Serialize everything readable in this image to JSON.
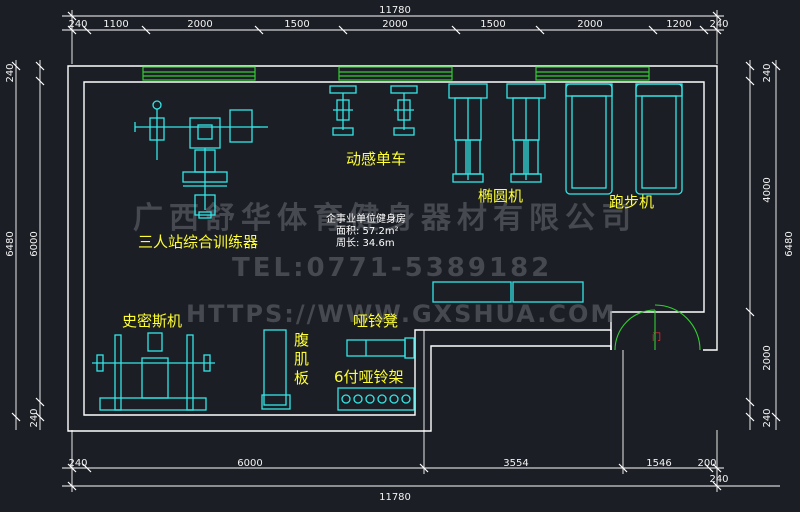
{
  "drawing": {
    "dimensions_top_total": "11780",
    "dimensions_top": [
      "240",
      "1100",
      "2000",
      "1500",
      "2000",
      "1500",
      "2000",
      "1200",
      "240"
    ],
    "dimensions_bottom_total": "11780",
    "dimensions_bottom": [
      "240",
      "6000",
      "3554",
      "1546",
      "200",
      "240"
    ],
    "dimensions_left": [
      "240",
      "6480",
      "6000",
      "240"
    ],
    "dimensions_right": [
      "240",
      "4000",
      "6480",
      "2000",
      "240"
    ],
    "equipment": {
      "spin_bike": "动感单车",
      "elliptical": "椭圆机",
      "treadmill": "跑步机",
      "multi_gym": "三人站综合训练器",
      "smith_machine": "史密斯机",
      "ab_board_line1": "腹",
      "ab_board_line2": "肌",
      "ab_board_line3": "板",
      "dumbbell_bench": "哑铃凳",
      "dumbbell_rack": "6付哑铃架"
    },
    "room_info": {
      "title": "企事业单位健身房",
      "area": "面积: 57.2m²",
      "perimeter": "周长: 34.6m"
    },
    "watermark": {
      "company": "广西舒华体育健身器材有限公司",
      "tel": "TEL:0771-5389182",
      "url": "HTTPS://WWW.GXSHUA.COM"
    },
    "door_mark": "门",
    "colors": {
      "background": "#1b1e24",
      "walls": "#ffffff",
      "equipment": "#33e6e6",
      "labels": "#ffff33",
      "windows": "#33cc33"
    }
  }
}
